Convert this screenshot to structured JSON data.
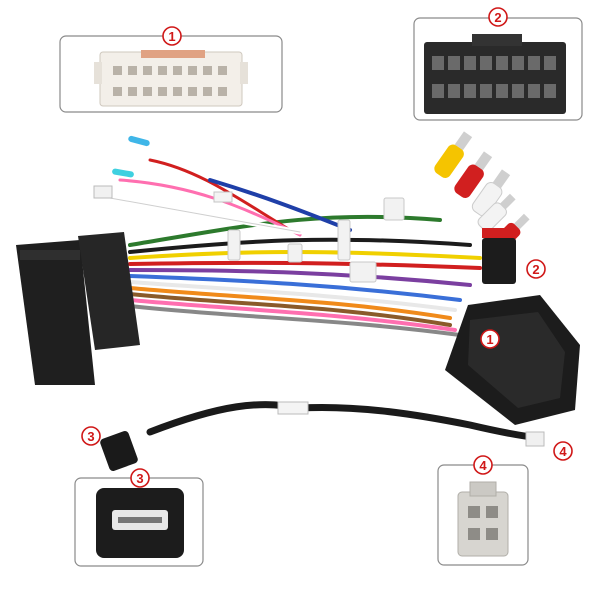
{
  "callouts": {
    "c1_top": "1",
    "c2_top": "2",
    "c2_side": "2",
    "c1_side": "1",
    "c3_cable": "3",
    "c3_inset": "3",
    "c4_cable": "4",
    "c4_inset": "4"
  },
  "colors": {
    "callout_red": "#d01818",
    "connector_white": "#f3efe9",
    "connector_black": "#222222",
    "plug_grey": "#d7d5d0"
  },
  "icons": [
    "white-16-pin-connector",
    "black-16-pin-connector",
    "canbus-box",
    "main-harness-plug",
    "rca-plugs",
    "mini-usb-connector",
    "4-pin-grey-connector"
  ]
}
